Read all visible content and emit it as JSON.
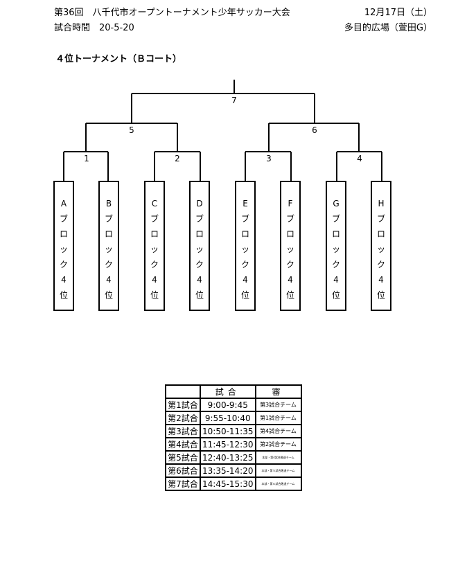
{
  "header": {
    "title": "第36回　八千代市オープントーナメント少年サッカー大会",
    "date": "12月17日（土）",
    "match_time": "試合時間　20-5-20",
    "venue": "多目的広場（萱田G）"
  },
  "subtitle": "４位トーナメント（Ｂコート）",
  "bracket": {
    "match_labels": [
      "1",
      "2",
      "3",
      "4",
      "5",
      "6",
      "7"
    ],
    "teams": [
      "A\nブ\nロ\nッ\nク\n4\n位",
      "B\nブ\nロ\nッ\nク\n4\n位",
      "C\nブ\nロ\nッ\nク\n4\n位",
      "D\nブ\nロ\nッ\nク\n4\n位",
      "E\nブ\nロ\nッ\nク\n4\n位",
      "F\nブ\nロ\nッ\nク\n4\n位",
      "G\nブ\nロ\nッ\nク\n4\n位",
      "H\nブ\nロ\nッ\nク\n4\n位"
    ]
  },
  "schedule": {
    "headers": [
      "",
      "試合",
      "審"
    ],
    "rows": [
      [
        "第1試合",
        "9:00-9:45",
        "第3試合チーム"
      ],
      [
        "第2試合",
        "9:55-10:40",
        "第1試合チーム"
      ],
      [
        "第3試合",
        "10:50-11:35",
        "第4試合チーム"
      ],
      [
        "第4試合",
        "11:45-12:30",
        "第2試合チーム"
      ],
      [
        "第5試合",
        "12:40-13:25",
        "本部・第4試合敗退チーム"
      ],
      [
        "第6試合",
        "13:35-14:20",
        "本部・第５試合敗退チーム"
      ],
      [
        "第7試合",
        "14:45-15:30",
        "本部・第６試合敗退チーム"
      ]
    ]
  }
}
